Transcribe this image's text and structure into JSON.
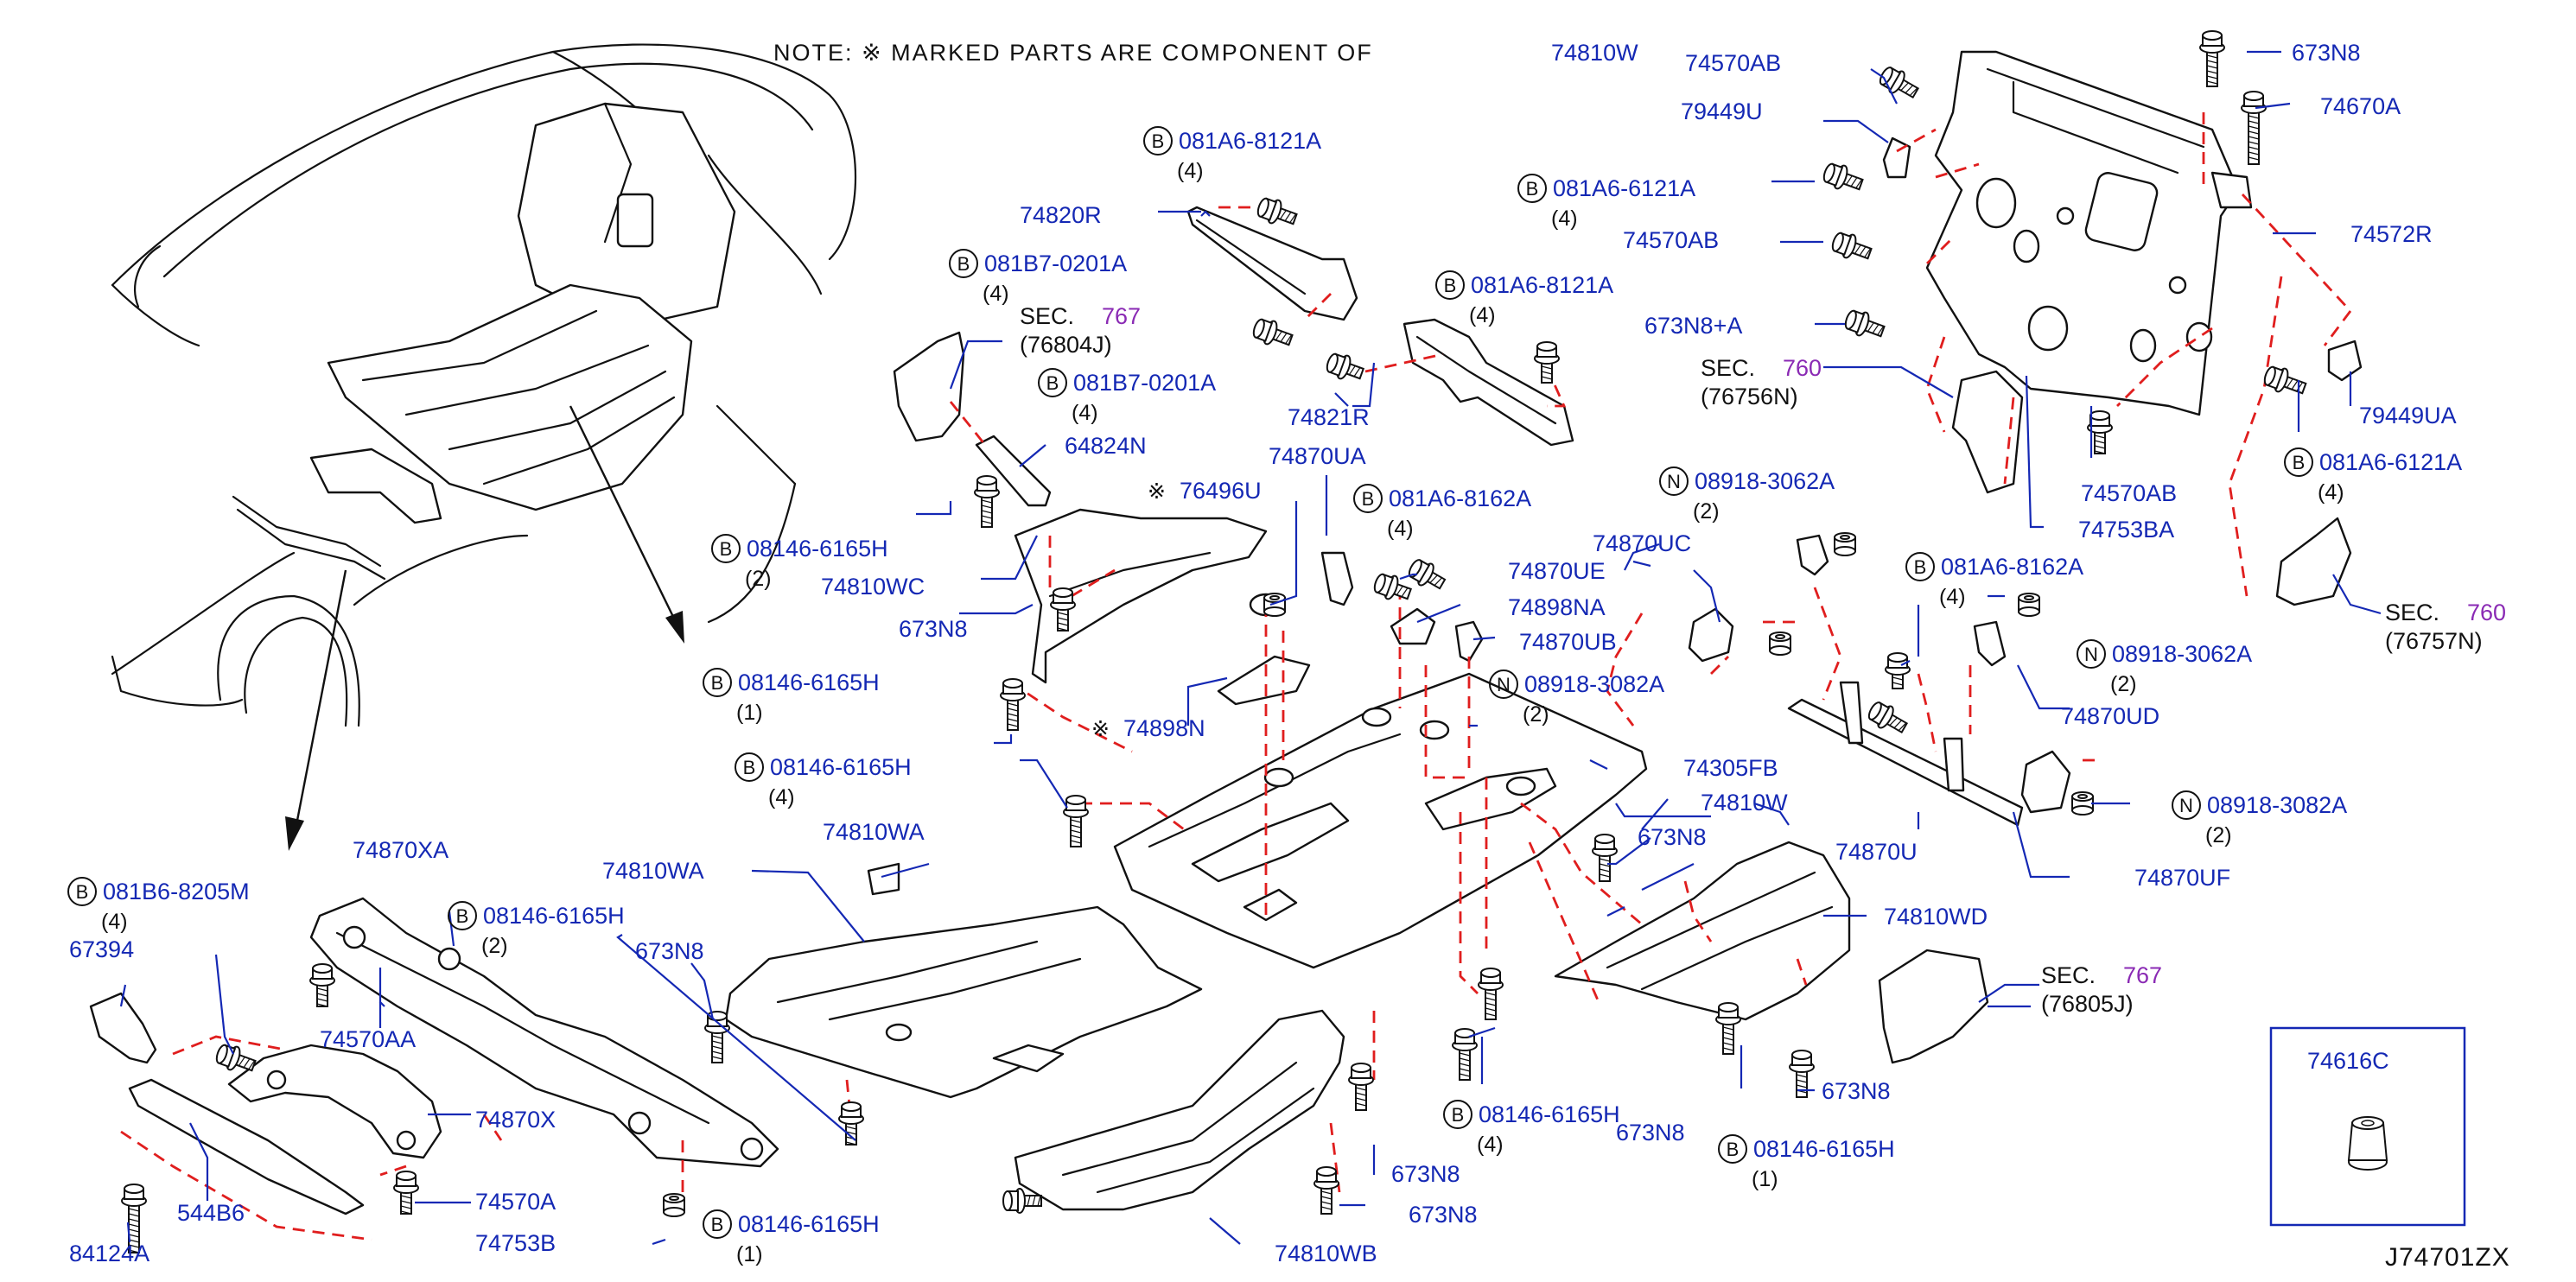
{
  "note": "NOTE:  ※ MARKED  PARTS  ARE  COMPONENT  OF",
  "diagram_code": "J74701ZX",
  "inset_part": "74616C",
  "labels": {
    "l74810W_top": "74810W",
    "l74570AB_1": "74570AB",
    "l79449U": "79449U",
    "l673N8_top": "673N8",
    "l74670A": "74670A",
    "l081A6_6121A_top": "081A6-6121A",
    "l081A6_6121A_top_q": "(4)",
    "l74570AB_2": "74570AB",
    "l74572R": "74572R",
    "l673N8A": "673N8+A",
    "l_sec760_a": "SEC.",
    "l_sec760_a_num": "760",
    "l_sec760_a_ref": "(76756N)",
    "l74570AB_3": "74570AB",
    "l74753BA": "74753BA",
    "l79449UA": "79449UA",
    "l081A6_6121A_r": "081A6-6121A",
    "l081A6_6121A_r_q": "(4)",
    "l_sec760_b": "SEC.",
    "l_sec760_b_num": "760",
    "l_sec760_b_ref": "(76757N)",
    "l081A6_8121A_a": "081A6-8121A",
    "l081A6_8121A_a_q": "(4)",
    "l74820R": "74820R",
    "l081B7_0201A_a": "081B7-0201A",
    "l081B7_0201A_a_q": "(4)",
    "l_sec767_a": "SEC.",
    "l_sec767_a_num": "767",
    "l_sec767_a_ref": "(76804J)",
    "l081B7_0201A_b": "081B7-0201A",
    "l081B7_0201A_b_q": "(4)",
    "l081A6_8121A_b": "081A6-8121A",
    "l081A6_8121A_b_q": "(4)",
    "l74821R": "74821R",
    "l64824N": "64824N",
    "l74870UA": "74870UA",
    "l76496U": "76496U",
    "l081A6_8162A_a": "081A6-8162A",
    "l081A6_8162A_a_q": "(4)",
    "l08146_6165H_a": "08146-6165H",
    "l08146_6165H_a_q": "(2)",
    "l74810WC": "74810WC",
    "l673N8_a": "673N8",
    "l74870UE": "74870UE",
    "l74898NA": "74898NA",
    "l74870UB": "74870UB",
    "l08918_3062A_a": "08918-3062A",
    "l08918_3062A_a_q": "(2)",
    "l74870UC": "74870UC",
    "l081A6_8162A_b": "081A6-8162A",
    "l081A6_8162A_b_q": "(4)",
    "l08918_3062A_b": "08918-3062A",
    "l08918_3062A_b_q": "(2)",
    "l74870UD": "74870UD",
    "l08146_6165H_b": "08146-6165H",
    "l08146_6165H_b_q": "(1)",
    "l08918_3082A_a": "08918-3082A",
    "l08918_3082A_a_q": "(2)",
    "l74898N": "74898N",
    "l74305FB": "74305FB",
    "l08146_6165H_c": "08146-6165H",
    "l08146_6165H_c_q": "(4)",
    "l74810W_mid": "74810W",
    "l74870U": "74870U",
    "l08918_3082A_b": "08918-3082A",
    "l08918_3082A_b_q": "(2)",
    "l74870UF": "74870UF",
    "l74810WA_a": "74810WA",
    "l673N8_b": "673N8",
    "l74810WA_b": "74810WA",
    "l74810WD": "74810WD",
    "l673N8_c": "673N8",
    "l_sec767_b": "SEC.",
    "l_sec767_b_num": "767",
    "l_sec767_b_ref": "(76805J)",
    "l081B6_8205M": "081B6-8205M",
    "l081B6_8205M_q": "(4)",
    "l74870XA": "74870XA",
    "l08146_6165H_d": "08146-6165H",
    "l08146_6165H_d_q": "(2)",
    "l67394": "67394",
    "l74570AA": "74570AA",
    "l74870X": "74870X",
    "l74570A": "74570A",
    "l544B6": "544B6",
    "l74753B": "74753B",
    "l84124A": "84124A",
    "l08146_6165H_e": "08146-6165H",
    "l08146_6165H_e_q": "(1)",
    "l673N8_d": "673N8",
    "l08146_6165H_f": "08146-6165H",
    "l08146_6165H_f_q": "(4)",
    "l673N8_e": "673N8",
    "l74810WB": "74810WB",
    "l08146_6165H_g": "08146-6165H",
    "l08146_6165H_g_q": "(1)",
    "l673N8_f": "673N8",
    "l673N8_g": "673N8"
  },
  "circle_letters": {
    "B": "B",
    "N": "N"
  },
  "marks": {
    "ref": "※"
  }
}
